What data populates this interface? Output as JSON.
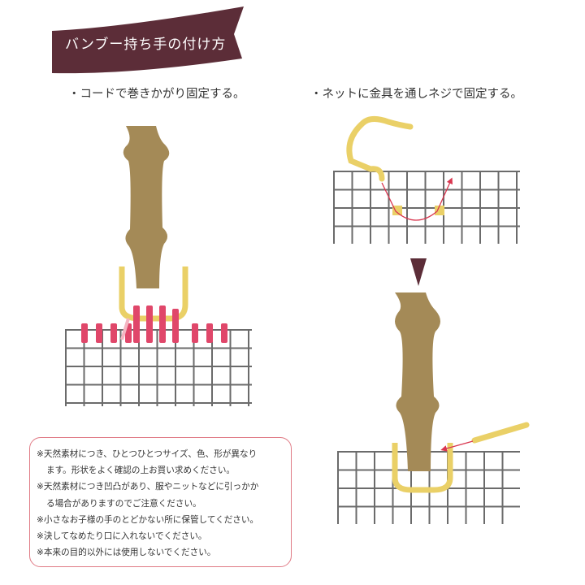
{
  "banner": {
    "title": "バンブー持ち手の付け方",
    "color": "#5c2d38"
  },
  "left_heading": "・コードで巻きかがり固定する。",
  "right_heading": "・ネットに金具を通しネジで固定する。",
  "notes": [
    "※天然素材につき、ひとつひとつサイズ、色、形が異なり",
    "ます。形状をよく確認の上お買い求めください。",
    "※天然素材につき凹凸があり、服やニットなどに引っかか",
    "る場合がありますのでご注意ください。",
    "※小さなお子様の手のとどかない所に保管してください。",
    "※決してなめたり口に入れないでください。",
    "※本来の目的以外には使用しないでください。"
  ],
  "colors": {
    "bamboo": "#a48a57",
    "ring": "#ead067",
    "cord": "#e0476a",
    "grid": "#6b6b6b",
    "arrow": "#d9364f",
    "note_border": "#e07a85"
  },
  "icons": {
    "bamboo_handle": "bamboo-handle-icon",
    "metal_fitting": "metal-fitting-icon",
    "down_arrow": "down-arrow-icon",
    "screw": "screw-icon"
  }
}
